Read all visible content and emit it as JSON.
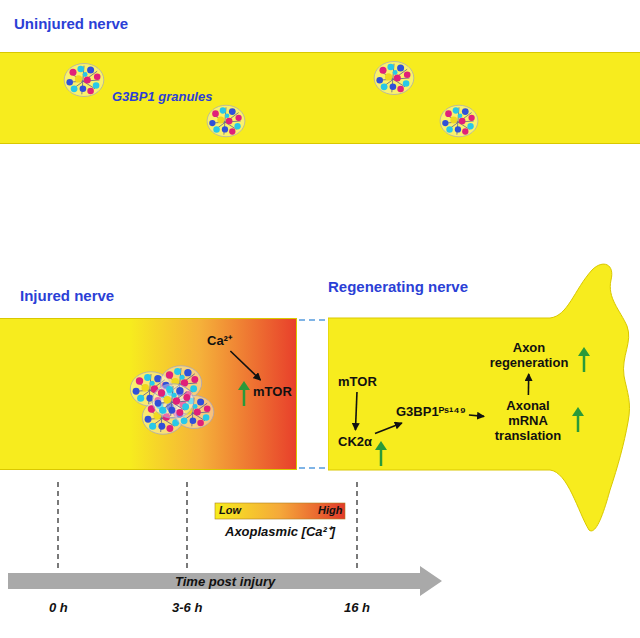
{
  "diagram": {
    "nodes": [
      {
        "text": [
          "Uninjured nerve",
          "G3BP1 granules"
        ]
      },
      {
        "text": [
          "Injured nerve"
        ]
      },
      {
        "text": [
          "Ca²⁺"
        ],
        "in": 1
      },
      {
        "text": [
          "mTOR"
        ],
        "in": 1
      },
      {
        "text": [
          "Regenerating nerve"
        ]
      },
      {
        "text": [
          "mTOR"
        ],
        "in": 4
      },
      {
        "text": [
          "CK2α"
        ],
        "in": 4
      },
      {
        "text": [
          "G3BP1ᴾˢ¹⁴⁹"
        ],
        "in": 4
      },
      {
        "text": [
          "Axon regeneration"
        ],
        "in": 4
      },
      {
        "text": [
          "Axonal mRNA translation"
        ],
        "in": 4
      }
    ],
    "edges": [
      {
        "from": 2,
        "to": 3,
        "arrow": "to"
      },
      {
        "from": 5,
        "to": 6,
        "arrow": "to"
      },
      {
        "from": 6,
        "to": 7,
        "arrow": "to"
      },
      {
        "from": 7,
        "to": 9,
        "arrow": "to"
      },
      {
        "from": 9,
        "to": 8,
        "arrow": "to"
      }
    ],
    "labels": [
      "Low",
      "High",
      "Axoplasmic [Ca²⁺]",
      "Time post injury",
      "0 h",
      "3-6 h",
      "16 h"
    ]
  }
}
